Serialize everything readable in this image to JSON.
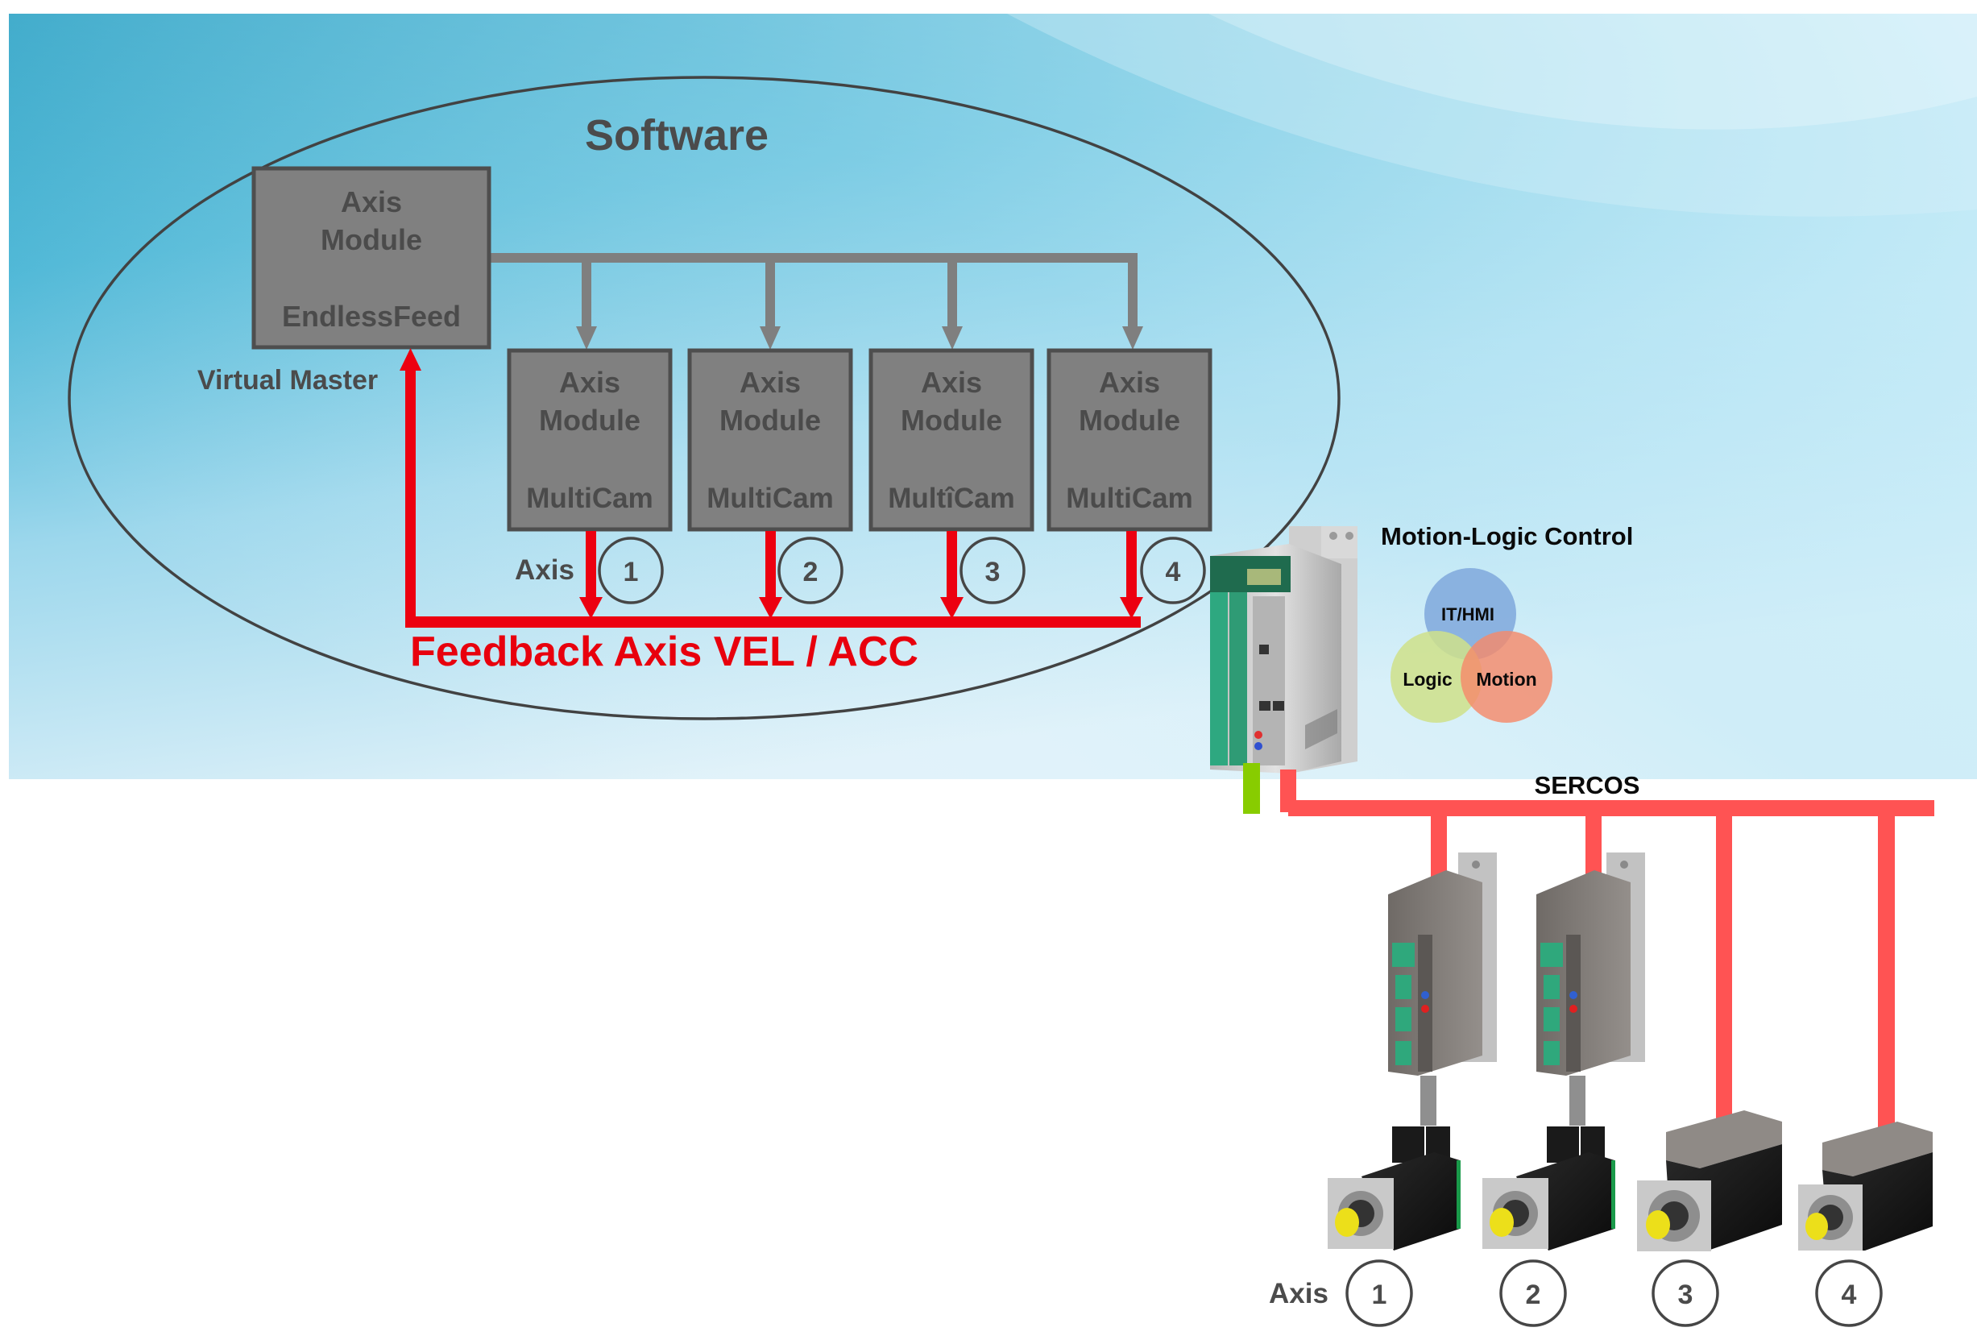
{
  "software": {
    "title": "Software",
    "master": {
      "line1": "Axis",
      "line2": "Module",
      "line3": "EndlessFeed",
      "caption": "Virtual Master"
    },
    "modules": [
      {
        "line1": "Axis",
        "line2": "Module",
        "line3": "MultiCam",
        "axis_number": "1"
      },
      {
        "line1": "Axis",
        "line2": "Module",
        "line3": "MultiCam",
        "axis_number": "2"
      },
      {
        "line1": "Axis",
        "line2": "Module",
        "line3": "MultîCam",
        "axis_number": "3"
      },
      {
        "line1": "Axis",
        "line2": "Module",
        "line3": "MultiCam",
        "axis_number": "4"
      }
    ],
    "axis_label": "Axis",
    "feedback_label": "Feedback Axis VEL / ACC"
  },
  "controller": {
    "title": "Motion-Logic Control",
    "venn": [
      {
        "label": "IT/HMI",
        "color": "#7fa8dc"
      },
      {
        "label": "Logic",
        "color": "#cfe08a"
      },
      {
        "label": "Motion",
        "color": "#f58a6a"
      }
    ]
  },
  "bus": {
    "label": "SERCOS",
    "color": "#ff5353",
    "ethernet_color": "#88cc00"
  },
  "hardware": {
    "axis_label": "Axis",
    "axes": [
      {
        "number": "1",
        "type": "drive+motor"
      },
      {
        "number": "2",
        "type": "drive+motor"
      },
      {
        "number": "3",
        "type": "integrated-motor"
      },
      {
        "number": "4",
        "type": "integrated-motor"
      }
    ]
  },
  "colors": {
    "feedback_red": "#ec0010",
    "module_gray": "#808080",
    "text_gray": "#4b4b4b"
  }
}
